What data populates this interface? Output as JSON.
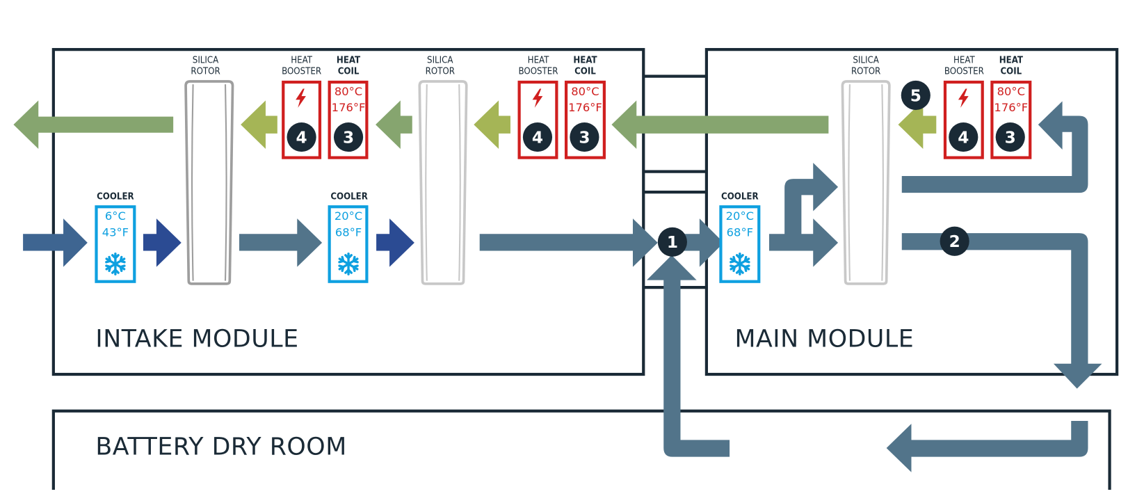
{
  "colors": {
    "outline": "#1a2a36",
    "process_air": "#52748a",
    "intake_air": "#3e6591",
    "dry_air": "#2b4b93",
    "exhaust_air": "#86a56f",
    "hot_air": "#a5b556",
    "rotor_dark": "#9e9e9e",
    "rotor_light": "#c8c8c8",
    "cooler": "#0ea0e0",
    "heater": "#d01f1f",
    "badge": "#1a2a36"
  },
  "modules": {
    "intake": {
      "label": "INTAKE MODULE"
    },
    "main": {
      "label": "MAIN MODULE"
    },
    "dry_room": {
      "label": "BATTERY DRY ROOM"
    }
  },
  "components": {
    "rotor_label_1": "SILICA",
    "rotor_label_2": "ROTOR",
    "booster_label_1": "HEAT",
    "booster_label_2": "BOOSTER",
    "coil_label_1": "HEAT",
    "coil_label_2": "COIL",
    "cooler_label": "COOLER",
    "coil_temp_c": "80°C",
    "coil_temp_f": "176°F",
    "cooler1_temp_c": "6°C",
    "cooler1_temp_f": "43°F",
    "cooler2_temp_c": "20°C",
    "cooler2_temp_f": "68°F",
    "cooler3_temp_c": "20°C",
    "cooler3_temp_f": "68°F"
  },
  "badges": {
    "b1": "1",
    "b2": "2",
    "b3": "3",
    "b4": "4",
    "b5": "5"
  },
  "icons": {
    "cooler": "snowflake-icon",
    "booster": "lightning-bolt-icon"
  }
}
